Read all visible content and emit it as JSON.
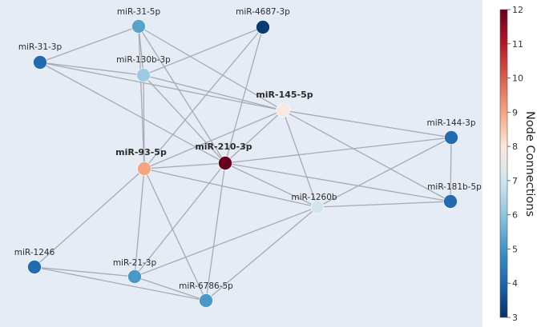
{
  "graph": {
    "nodes": [
      {
        "id": "miR-31-5p",
        "label": "miR-31-5p",
        "value": 5.3,
        "bold": false
      },
      {
        "id": "miR-4687-3p",
        "label": "miR-4687-3p",
        "value": 3.2,
        "bold": false
      },
      {
        "id": "miR-31-3p",
        "label": "miR-31-3p",
        "value": 4.1,
        "bold": false
      },
      {
        "id": "miR-130b-3p",
        "label": "miR-130b-3p",
        "value": 6.2,
        "bold": false
      },
      {
        "id": "miR-145-5p",
        "label": "miR-145-5p",
        "value": 7.9,
        "bold": true
      },
      {
        "id": "miR-144-3p",
        "label": "miR-144-3p",
        "value": 4.1,
        "bold": false
      },
      {
        "id": "miR-93-5p",
        "label": "miR-93-5p",
        "value": 9.0,
        "bold": true
      },
      {
        "id": "miR-210-3p",
        "label": "miR-210-3p",
        "value": 12,
        "bold": true
      },
      {
        "id": "miR-181b-5p",
        "label": "miR-181b-5p",
        "value": 4.1,
        "bold": false
      },
      {
        "id": "miR-1260b",
        "label": "miR-1260b",
        "value": 7.0,
        "bold": false
      },
      {
        "id": "miR-1246",
        "label": "miR-1246",
        "value": 4.1,
        "bold": false
      },
      {
        "id": "miR-21-3p",
        "label": "miR-21-3p",
        "value": 5.1,
        "bold": false
      },
      {
        "id": "miR-6786-5p",
        "label": "miR-6786-5p",
        "value": 5.1,
        "bold": false
      }
    ],
    "edges": [
      [
        "miR-31-5p",
        "miR-31-3p"
      ],
      [
        "miR-31-5p",
        "miR-145-5p"
      ],
      [
        "miR-31-5p",
        "miR-93-5p"
      ],
      [
        "miR-31-5p",
        "miR-210-3p"
      ],
      [
        "miR-31-5p",
        "miR-130b-3p"
      ],
      [
        "miR-4687-3p",
        "miR-130b-3p"
      ],
      [
        "miR-4687-3p",
        "miR-210-3p"
      ],
      [
        "miR-4687-3p",
        "miR-93-5p"
      ],
      [
        "miR-31-3p",
        "miR-130b-3p"
      ],
      [
        "miR-31-3p",
        "miR-145-5p"
      ],
      [
        "miR-31-3p",
        "miR-210-3p"
      ],
      [
        "miR-130b-3p",
        "miR-145-5p"
      ],
      [
        "miR-130b-3p",
        "miR-93-5p"
      ],
      [
        "miR-130b-3p",
        "miR-210-3p"
      ],
      [
        "miR-145-5p",
        "miR-93-5p"
      ],
      [
        "miR-145-5p",
        "miR-210-3p"
      ],
      [
        "miR-145-5p",
        "miR-144-3p"
      ],
      [
        "miR-145-5p",
        "miR-181b-5p"
      ],
      [
        "miR-145-5p",
        "miR-1260b"
      ],
      [
        "miR-93-5p",
        "miR-210-3p"
      ],
      [
        "miR-93-5p",
        "miR-1246"
      ],
      [
        "miR-93-5p",
        "miR-21-3p"
      ],
      [
        "miR-93-5p",
        "miR-6786-5p"
      ],
      [
        "miR-93-5p",
        "miR-1260b"
      ],
      [
        "miR-210-3p",
        "miR-144-3p"
      ],
      [
        "miR-210-3p",
        "miR-181b-5p"
      ],
      [
        "miR-210-3p",
        "miR-1260b"
      ],
      [
        "miR-210-3p",
        "miR-21-3p"
      ],
      [
        "miR-210-3p",
        "miR-6786-5p"
      ],
      [
        "miR-144-3p",
        "miR-181b-5p"
      ],
      [
        "miR-144-3p",
        "miR-1260b"
      ],
      [
        "miR-181b-5p",
        "miR-1260b"
      ],
      [
        "miR-1260b",
        "miR-21-3p"
      ],
      [
        "miR-1260b",
        "miR-6786-5p"
      ],
      [
        "miR-1246",
        "miR-21-3p"
      ],
      [
        "miR-1246",
        "miR-6786-5p"
      ],
      [
        "miR-21-3p",
        "miR-6786-5p"
      ]
    ]
  },
  "colorbar": {
    "title": "Node Connections",
    "min": 3,
    "max": 12,
    "ticks": [
      "3",
      "4",
      "5",
      "6",
      "7",
      "8",
      "9",
      "10",
      "11",
      "12"
    ],
    "stops": [
      "#053061",
      "#2166ac",
      "#4393c3",
      "#92c5de",
      "#d1e5f0",
      "#fbe9de",
      "#f4a582",
      "#d6604d",
      "#b2182b",
      "#67001f"
    ]
  },
  "colors": {
    "background": "#e5ecf6",
    "edge": "#a9a9b5"
  }
}
